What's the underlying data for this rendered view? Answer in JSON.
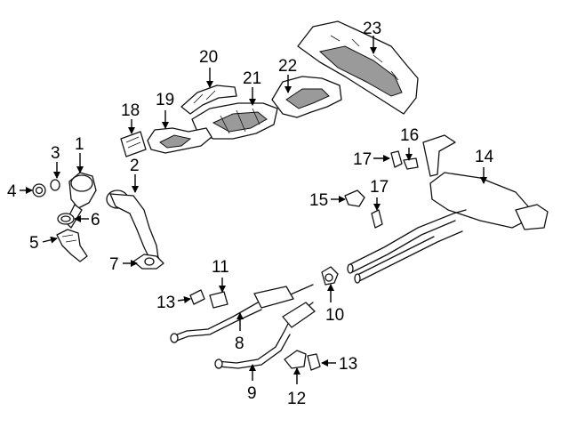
{
  "callouts": [
    {
      "id": "1",
      "label": "1"
    },
    {
      "id": "2",
      "label": "2"
    },
    {
      "id": "3",
      "label": "3"
    },
    {
      "id": "4",
      "label": "4"
    },
    {
      "id": "5",
      "label": "5"
    },
    {
      "id": "6",
      "label": "6"
    },
    {
      "id": "7",
      "label": "7"
    },
    {
      "id": "8",
      "label": "8"
    },
    {
      "id": "9",
      "label": "9"
    },
    {
      "id": "10",
      "label": "10"
    },
    {
      "id": "11",
      "label": "11"
    },
    {
      "id": "12",
      "label": "12"
    },
    {
      "id": "13a",
      "label": "13"
    },
    {
      "id": "13b",
      "label": "13"
    },
    {
      "id": "14",
      "label": "14"
    },
    {
      "id": "15",
      "label": "15"
    },
    {
      "id": "16",
      "label": "16"
    },
    {
      "id": "17a",
      "label": "17"
    },
    {
      "id": "17b",
      "label": "17"
    },
    {
      "id": "18",
      "label": "18"
    },
    {
      "id": "19",
      "label": "19"
    },
    {
      "id": "20",
      "label": "20"
    },
    {
      "id": "21",
      "label": "21"
    },
    {
      "id": "22",
      "label": "22"
    },
    {
      "id": "23",
      "label": "23"
    }
  ]
}
